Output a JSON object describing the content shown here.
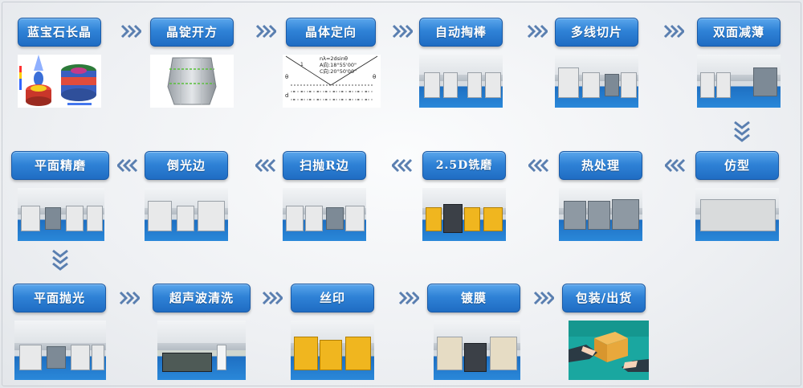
{
  "steps": [
    {
      "id": "s1",
      "label": "蓝宝石长晶"
    },
    {
      "id": "s2",
      "label": "晶锭开方"
    },
    {
      "id": "s3",
      "label": "晶体定向"
    },
    {
      "id": "s4",
      "label": "自动掏棒"
    },
    {
      "id": "s5",
      "label": "多线切片"
    },
    {
      "id": "s6",
      "label": "双面减薄"
    },
    {
      "id": "s7",
      "label": "仿型"
    },
    {
      "id": "s8",
      "label": "热处理"
    },
    {
      "id": "s9",
      "label": "2.5D铣磨"
    },
    {
      "id": "s10",
      "label": "扫抛R边"
    },
    {
      "id": "s11",
      "label": "倒光边"
    },
    {
      "id": "s12",
      "label": "平面精磨"
    },
    {
      "id": "s13",
      "label": "平面抛光"
    },
    {
      "id": "s14",
      "label": "超声波清洗"
    },
    {
      "id": "s15",
      "label": "丝印"
    },
    {
      "id": "s16",
      "label": "镀膜"
    },
    {
      "id": "s17",
      "label": "包装/出货"
    }
  ],
  "orientation_diagram": {
    "formula": "nλ=2dsinθ",
    "a_angle": "A向:18°55'00\"",
    "c_angle": "C向:20°50'00\"",
    "label_1": "1",
    "label_theta": "θ",
    "label_d": "d"
  },
  "colors": {
    "label_blue": "#2f82d6",
    "chevron": "#5a7fb0",
    "floor_blue": "#1e6fc2"
  }
}
